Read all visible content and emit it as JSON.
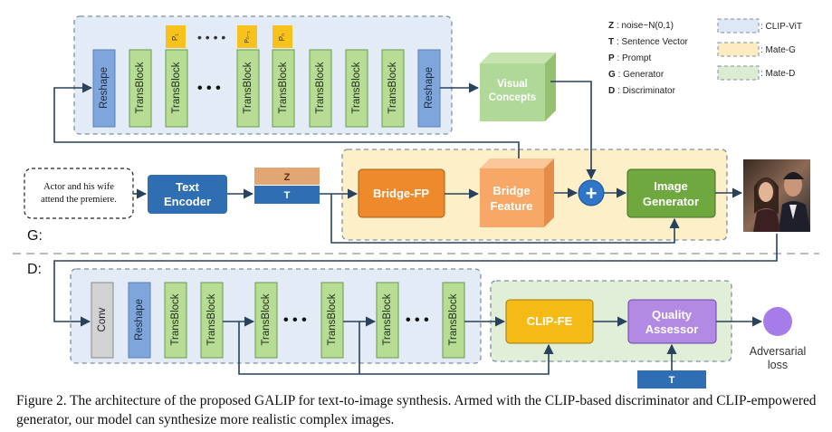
{
  "legend": {
    "items": [
      {
        "key": "Z",
        "text": "noise~N(0,1)"
      },
      {
        "key": "T",
        "text": "Sentence Vector"
      },
      {
        "key": "P",
        "text": "Prompt"
      },
      {
        "key": "G",
        "text": "Generator"
      },
      {
        "key": "D",
        "text": "Discriminator"
      }
    ],
    "boxes": [
      {
        "label": ": CLIP-ViT",
        "color": "#dde8f5"
      },
      {
        "label": ": Mate-G",
        "color": "#fdecc2"
      },
      {
        "label": ": Mate-D",
        "color": "#dcecd2"
      }
    ]
  },
  "generator": {
    "section_label": "G:",
    "reshape": "Reshape",
    "transblock": "TransBlock",
    "dots": "• • •",
    "prompt_dots": "• • • •",
    "prompts": [
      "P₁",
      "Pₙ₋₁",
      "Pₙ"
    ],
    "visual_concepts": [
      "Visual",
      "Concepts"
    ],
    "text_input": [
      "Actor and his wife",
      "attend the premiere."
    ],
    "text_encoder": [
      "Text",
      "Encoder"
    ],
    "z_label": "Z",
    "t_label": "T",
    "bridge_fp": "Bridge-FP",
    "bridge_feature": [
      "Bridge",
      "Feature"
    ],
    "plus": "+",
    "image_generator": [
      "Image",
      "Generator"
    ]
  },
  "discriminator": {
    "section_label": "D:",
    "conv": "Conv",
    "reshape": "Reshape",
    "transblock": "TransBlock",
    "dots": "• • •",
    "clip_fe": "CLIP-FE",
    "quality_assessor": [
      "Quality",
      "Assessor"
    ],
    "t_label": "T",
    "adversarial": [
      "Adversarial",
      "loss"
    ]
  },
  "colors": {
    "clip_vit_bg": "#e3ebf6",
    "mate_g_bg": "#fdf0c8",
    "mate_d_bg": "#e2efd8",
    "transblock": "#b7dc94",
    "reshape": "#7ea6dc",
    "prompt": "#f7c21b",
    "text_encoder": "#2f6eb2",
    "bridge_fp": "#ef8a2c",
    "bridge_feature": "#f8a866",
    "image_generator": "#6fa83f",
    "plus": "#2f75c8",
    "z_bar": "#e2a574",
    "t_bar": "#2f6eb2",
    "clip_fe": "#f4ba15",
    "quality_assessor": "#b28ae3",
    "adversarial_dot": "#a67ce8",
    "arrow": "#28415c"
  },
  "caption": {
    "fig": "Figure 2.",
    "text": "The architecture of the proposed GALIP for text-to-image synthesis. Armed with the CLIP-based discriminator and CLIP-empowered generator, our model can synthesize more realistic complex images."
  }
}
